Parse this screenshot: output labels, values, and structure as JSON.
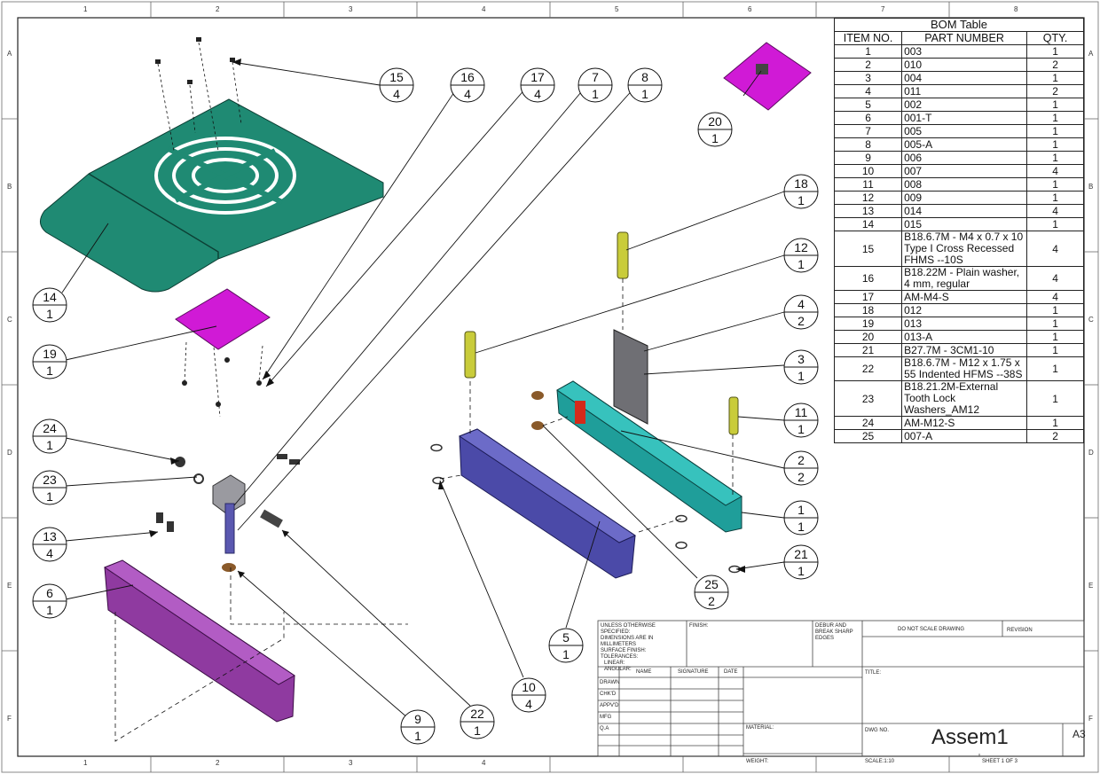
{
  "sheet": {
    "col_labels": [
      "1",
      "2",
      "3",
      "4",
      "5",
      "6",
      "7",
      "8"
    ],
    "row_labels": [
      "A",
      "B",
      "C",
      "D",
      "E",
      "F"
    ]
  },
  "bom": {
    "title": "BOM Table",
    "headers": [
      "ITEM NO.",
      "PART NUMBER",
      "QTY."
    ],
    "rows": [
      {
        "item": "1",
        "part": "003",
        "qty": "1"
      },
      {
        "item": "2",
        "part": "010",
        "qty": "2"
      },
      {
        "item": "3",
        "part": "004",
        "qty": "1"
      },
      {
        "item": "4",
        "part": "011",
        "qty": "2"
      },
      {
        "item": "5",
        "part": "002",
        "qty": "1"
      },
      {
        "item": "6",
        "part": "001-T",
        "qty": "1"
      },
      {
        "item": "7",
        "part": "005",
        "qty": "1"
      },
      {
        "item": "8",
        "part": "005-A",
        "qty": "1"
      },
      {
        "item": "9",
        "part": "006",
        "qty": "1"
      },
      {
        "item": "10",
        "part": "007",
        "qty": "4"
      },
      {
        "item": "11",
        "part": "008",
        "qty": "1"
      },
      {
        "item": "12",
        "part": "009",
        "qty": "1"
      },
      {
        "item": "13",
        "part": "014",
        "qty": "4"
      },
      {
        "item": "14",
        "part": "015",
        "qty": "1"
      },
      {
        "item": "15",
        "part": "B18.6.7M - M4 x 0.7 x 10 Type I Cross Recessed FHMS --10S",
        "qty": "4"
      },
      {
        "item": "16",
        "part": "B18.22M - Plain washer, 4 mm, regular",
        "qty": "4"
      },
      {
        "item": "17",
        "part": "AM-M4-S",
        "qty": "4"
      },
      {
        "item": "18",
        "part": "012",
        "qty": "1"
      },
      {
        "item": "19",
        "part": "013",
        "qty": "1"
      },
      {
        "item": "20",
        "part": "013-A",
        "qty": "1"
      },
      {
        "item": "21",
        "part": "B27.7M - 3CM1-10",
        "qty": "1"
      },
      {
        "item": "22",
        "part": "B18.6.7M - M12 x 1.75 x 55 Indented HFMS --38S",
        "qty": "1"
      },
      {
        "item": "23",
        "part": "B18.21.2M-External Tooth Lock Washers_AM12",
        "qty": "1"
      },
      {
        "item": "24",
        "part": "AM-M12-S",
        "qty": "1"
      },
      {
        "item": "25",
        "part": "007-A",
        "qty": "2"
      }
    ]
  },
  "balloons": [
    {
      "item": "15",
      "qty": "4"
    },
    {
      "item": "16",
      "qty": "4"
    },
    {
      "item": "17",
      "qty": "4"
    },
    {
      "item": "7",
      "qty": "1"
    },
    {
      "item": "8",
      "qty": "1"
    },
    {
      "item": "20",
      "qty": "1"
    },
    {
      "item": "18",
      "qty": "1"
    },
    {
      "item": "12",
      "qty": "1"
    },
    {
      "item": "4",
      "qty": "2"
    },
    {
      "item": "3",
      "qty": "1"
    },
    {
      "item": "11",
      "qty": "1"
    },
    {
      "item": "2",
      "qty": "2"
    },
    {
      "item": "1",
      "qty": "1"
    },
    {
      "item": "21",
      "qty": "1"
    },
    {
      "item": "25",
      "qty": "2"
    },
    {
      "item": "5",
      "qty": "1"
    },
    {
      "item": "10",
      "qty": "4"
    },
    {
      "item": "22",
      "qty": "1"
    },
    {
      "item": "9",
      "qty": "1"
    },
    {
      "item": "6",
      "qty": "1"
    },
    {
      "item": "13",
      "qty": "4"
    },
    {
      "item": "23",
      "qty": "1"
    },
    {
      "item": "24",
      "qty": "1"
    },
    {
      "item": "19",
      "qty": "1"
    },
    {
      "item": "14",
      "qty": "1"
    }
  ],
  "title_block": {
    "tolerance_note": [
      "UNLESS OTHERWISE SPECIFIED:",
      "DIMENSIONS ARE IN MILLIMETERS",
      "SURFACE FINISH:",
      "TOLERANCES:",
      "  LINEAR:",
      "  ANGULAR:"
    ],
    "finish_label": "FINISH:",
    "deburr_label": [
      "DEBUR AND",
      "BREAK SHARP",
      "EDGES"
    ],
    "do_not_scale": "DO NOT SCALE DRAWING",
    "revision_label": "REVISION",
    "col_name": "NAME",
    "col_signature": "SIGNATURE",
    "col_date": "DATE",
    "row_drawn": "DRAWN",
    "row_chkd": "CHK'D",
    "row_appvd": "APPV'D",
    "row_mfg": "MFG",
    "row_qa": "Q.A",
    "title_label": "TITLE:",
    "material_label": "MATERIAL:",
    "dwg_no_label": "DWG NO.",
    "dwg_name": "Assem1",
    "sheet_size": "A3",
    "weight_label": "WEIGHT:",
    "scale_label": "SCALE:1:10",
    "sheet_label": "SHEET 1 OF 3"
  },
  "colors": {
    "plate": "#1f8a73",
    "magenta": "#d01ad6",
    "purple_rail": "#8f3aa0",
    "blue_rail": "#4b4aa8",
    "teal_rail": "#1f9e9a",
    "pin": "#c9cc3a",
    "grey_bracket": "#6f6f74"
  }
}
